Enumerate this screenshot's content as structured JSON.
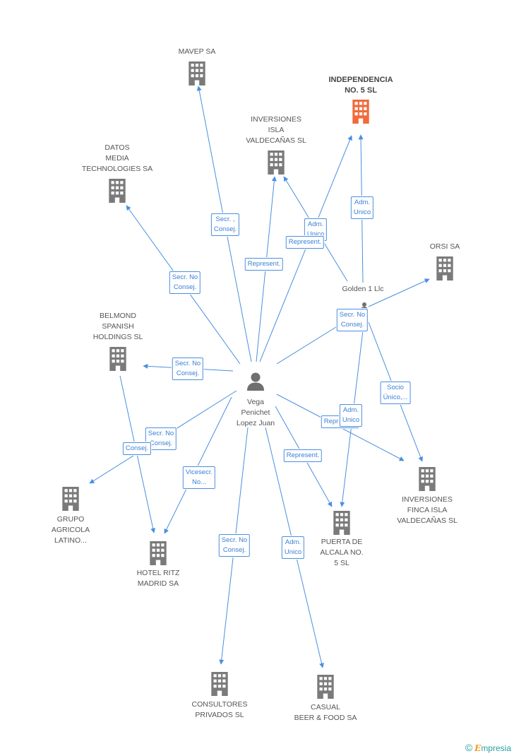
{
  "colors": {
    "edge": "#4a8fe0",
    "building": "#7a7a7a",
    "highlight": "#f26a3a"
  },
  "center": {
    "id": "vega",
    "label": "Vega\nPenichet\nLopez Juan"
  },
  "nodes": [
    {
      "id": "mavep",
      "label": "MAVEP SA",
      "type": "company"
    },
    {
      "id": "independencia",
      "label": "INDEPENDENCIA\nNO. 5 SL",
      "type": "company",
      "highlight": true
    },
    {
      "id": "inversiones_isla",
      "label": "INVERSIONES\nISLA\nVALDECAÑAS SL",
      "type": "company"
    },
    {
      "id": "datos",
      "label": "DATOS\nMEDIA\nTECHNOLOGIES SA",
      "type": "company"
    },
    {
      "id": "orsi",
      "label": "ORSI SA",
      "type": "company"
    },
    {
      "id": "golden",
      "label": "Golden 1 Llc",
      "type": "person"
    },
    {
      "id": "belmond",
      "label": "BELMOND\nSPANISH\nHOLDINGS SL",
      "type": "company"
    },
    {
      "id": "inversiones_finca",
      "label": "INVERSIONES\nFINCA ISLA\nVALDECAÑAS SL",
      "type": "company"
    },
    {
      "id": "grupo",
      "label": "GRUPO\nAGRICOLA\nLATINO...",
      "type": "company"
    },
    {
      "id": "puerta",
      "label": "PUERTA DE\nALCALA NO.\n5 SL",
      "type": "company"
    },
    {
      "id": "ritz",
      "label": "HOTEL RITZ\nMADRID SA",
      "type": "company"
    },
    {
      "id": "consultores",
      "label": "CONSULTORES\nPRIVADOS SL",
      "type": "company"
    },
    {
      "id": "casual",
      "label": "CASUAL\nBEER & FOOD SA",
      "type": "company"
    }
  ],
  "edges": [
    {
      "from": "vega",
      "to": "mavep",
      "label": "Secr. ,\nConsej."
    },
    {
      "from": "vega",
      "to": "datos",
      "label": "Secr. No\nConsej."
    },
    {
      "from": "vega",
      "to": "inversiones_isla",
      "label": "Represent."
    },
    {
      "from": "vega",
      "to": "independencia",
      "label": "Adm.\nUnico"
    },
    {
      "from": "vega",
      "to": "belmond",
      "label": "Secr. No\nConsej."
    },
    {
      "from": "vega",
      "to": "grupo",
      "label": "Secr. No\nConsej."
    },
    {
      "from": "belmond",
      "to": "ritz",
      "label": "Consej."
    },
    {
      "from": "vega",
      "to": "ritz",
      "label": "Vicesecr.\nNo..."
    },
    {
      "from": "vega",
      "to": "consultores",
      "label": "Secr. No\nConsej."
    },
    {
      "from": "vega",
      "to": "casual",
      "label": "Adm.\nUnico"
    },
    {
      "from": "vega",
      "to": "puerta",
      "label": "Represent."
    },
    {
      "from": "vega",
      "to": "inversiones_finca",
      "label": "Represent."
    },
    {
      "from": "vega",
      "to": "golden",
      "label": "Secr. No\nConsej."
    },
    {
      "from": "golden",
      "to": "independencia",
      "label": "Adm.\nUnico"
    },
    {
      "from": "golden",
      "to": "inversiones_isla",
      "label": "Represent."
    },
    {
      "from": "golden",
      "to": "orsi",
      "label": ""
    },
    {
      "from": "golden",
      "to": "inversiones_finca",
      "label": "Socio\nÚnico,..."
    },
    {
      "from": "golden",
      "to": "puerta",
      "label": "Adm.\nUnico"
    }
  ],
  "footer": {
    "copyright": "©",
    "brand_first": "E",
    "brand_rest": "mpresia"
  }
}
